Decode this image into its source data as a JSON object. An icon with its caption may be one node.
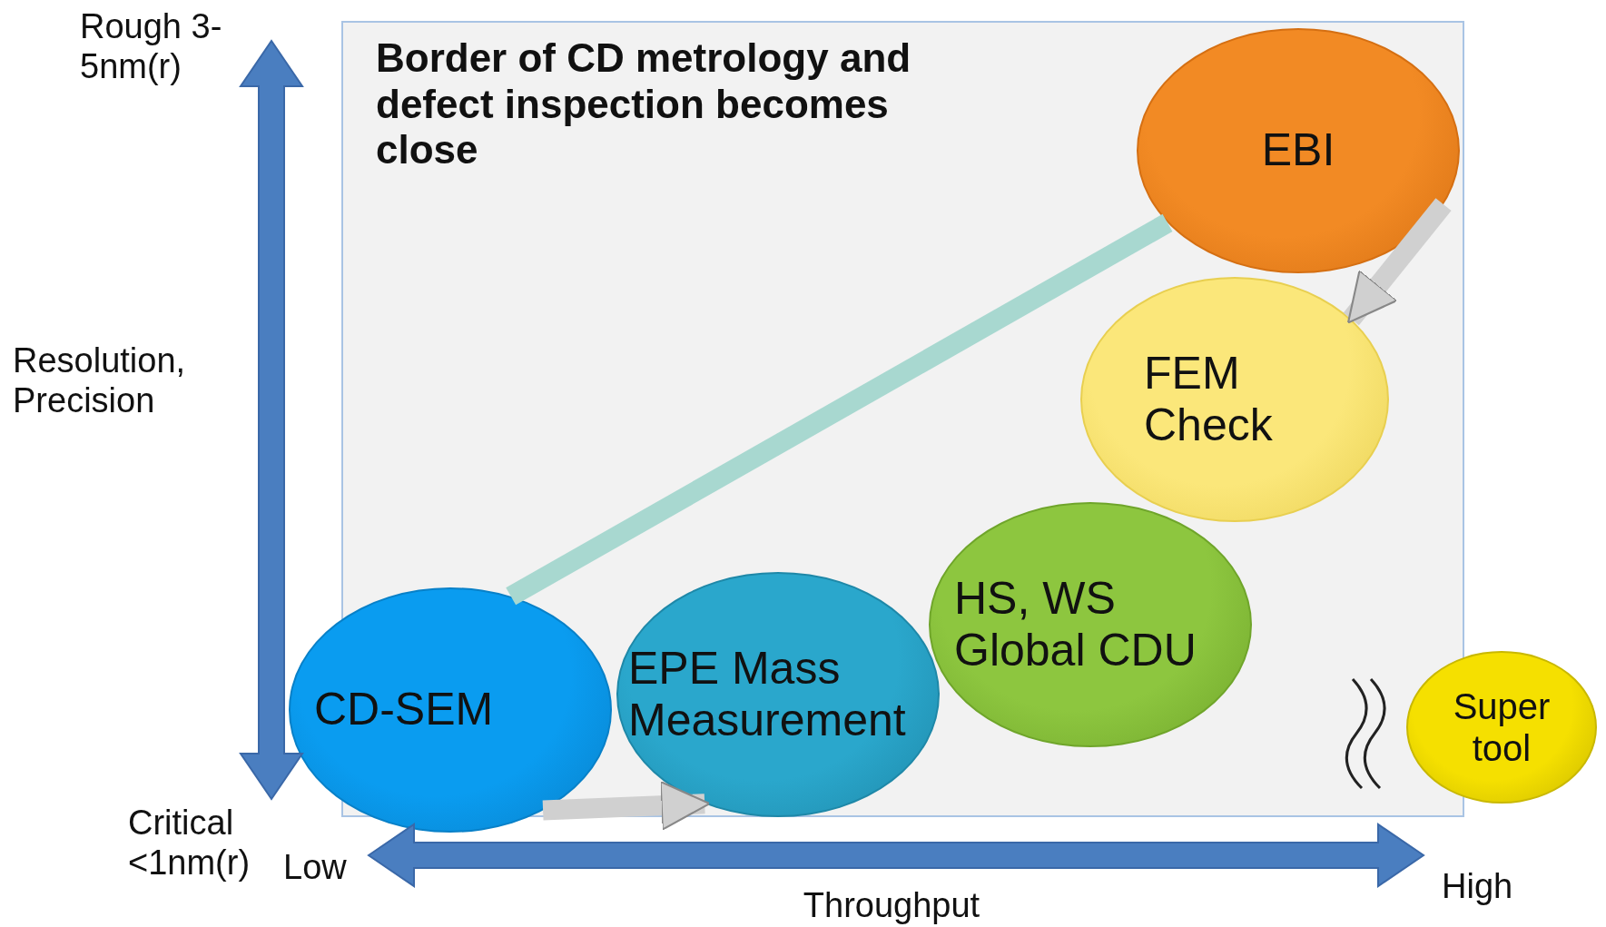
{
  "diagram": {
    "nodes": [
      {
        "text": [
          "Border of CD metrology and defect inspection becomes close"
        ]
      },
      {
        "text": [
          "EBI"
        ],
        "in": 0
      },
      {
        "text": [
          "FEM Check"
        ],
        "in": 0
      },
      {
        "text": [
          "HS, WS Global CDU"
        ],
        "in": 0
      },
      {
        "text": [
          "EPE Mass Measurement"
        ],
        "in": 0
      },
      {
        "text": [
          "CD-SEM"
        ]
      },
      {
        "text": [
          "Super tool"
        ]
      }
    ],
    "edges": [
      {
        "from": 5,
        "to": 4,
        "arrow": "to"
      },
      {
        "from": 1,
        "to": 2,
        "arrow": "to"
      },
      {
        "from": 5,
        "to": 1,
        "arrow": "none",
        "color": "#a8d8d0"
      }
    ],
    "labels": [
      "Rough 3-5nm(r)",
      "Resolution, Precision",
      "Critical <1nm(r)",
      "Low",
      "Throughput",
      "High"
    ]
  }
}
